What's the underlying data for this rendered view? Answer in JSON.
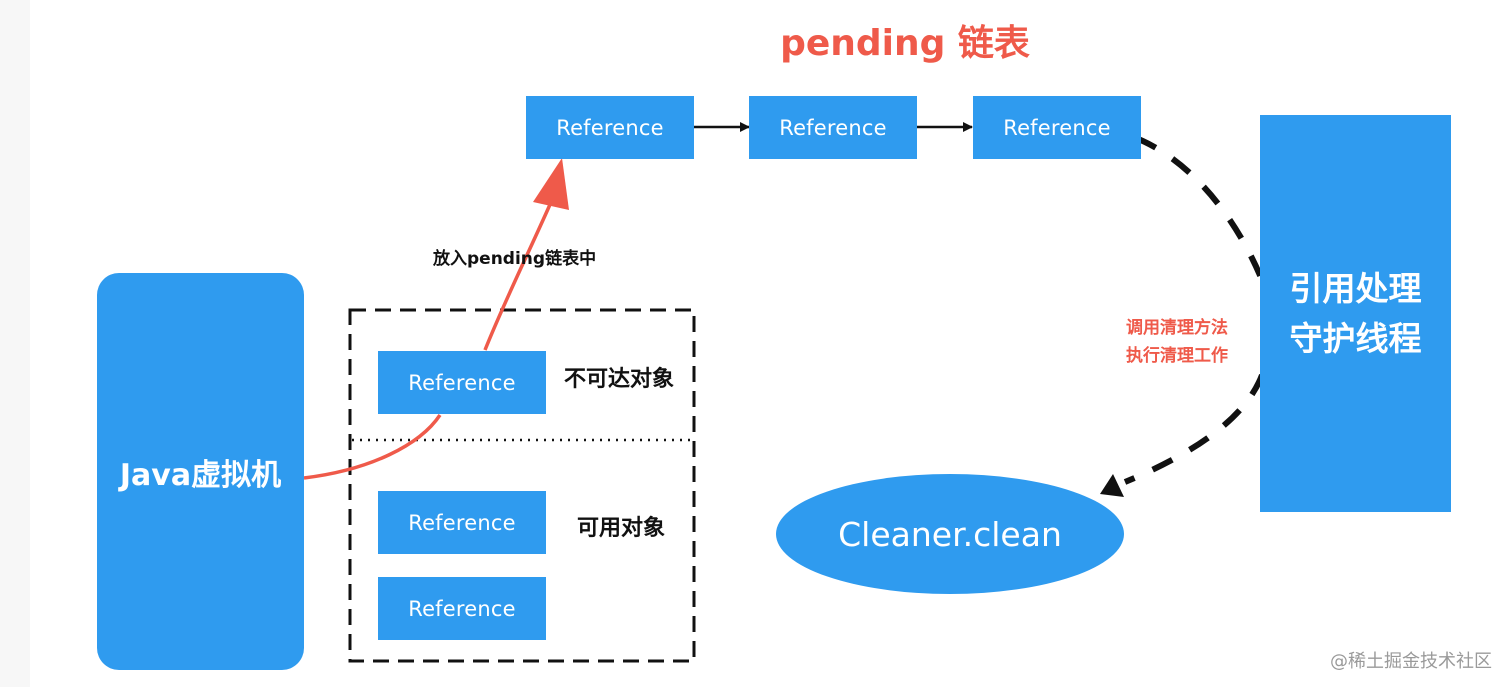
{
  "title": "pending 链表",
  "pending_list": [
    "Reference",
    "Reference",
    "Reference"
  ],
  "jvm_label": "Java虚拟机",
  "unreachable": {
    "label": "不可达对象",
    "items": [
      "Reference"
    ]
  },
  "available": {
    "label": "可用对象",
    "items": [
      "Reference",
      "Reference"
    ]
  },
  "enqueue_label": "放入pending链表中",
  "daemon": {
    "line1": "引用处理",
    "line2": "守护线程"
  },
  "cleanup_note": {
    "line1": "调用清理方法",
    "line2": "执行清理工作"
  },
  "cleaner_label": "Cleaner.clean",
  "watermark": "@稀土掘金技术社区",
  "colors": {
    "box": "#2f9bef",
    "accent": "#ef5a4a"
  }
}
